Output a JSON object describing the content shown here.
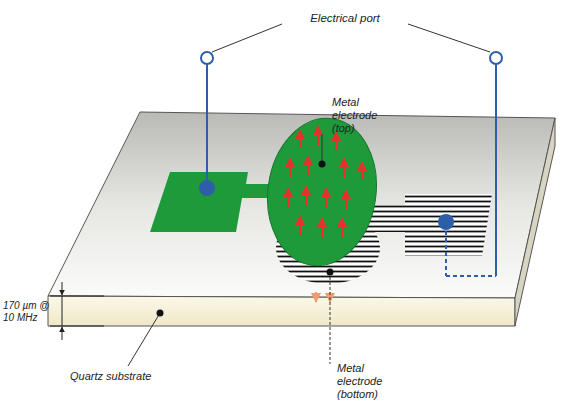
{
  "diagram": {
    "labels": [
      "Electrical port",
      "Metal electrode (top)",
      "Metal electrode (bottom)",
      "170 µm @ 10 MHz",
      "Quartz substrate"
    ]
  }
}
